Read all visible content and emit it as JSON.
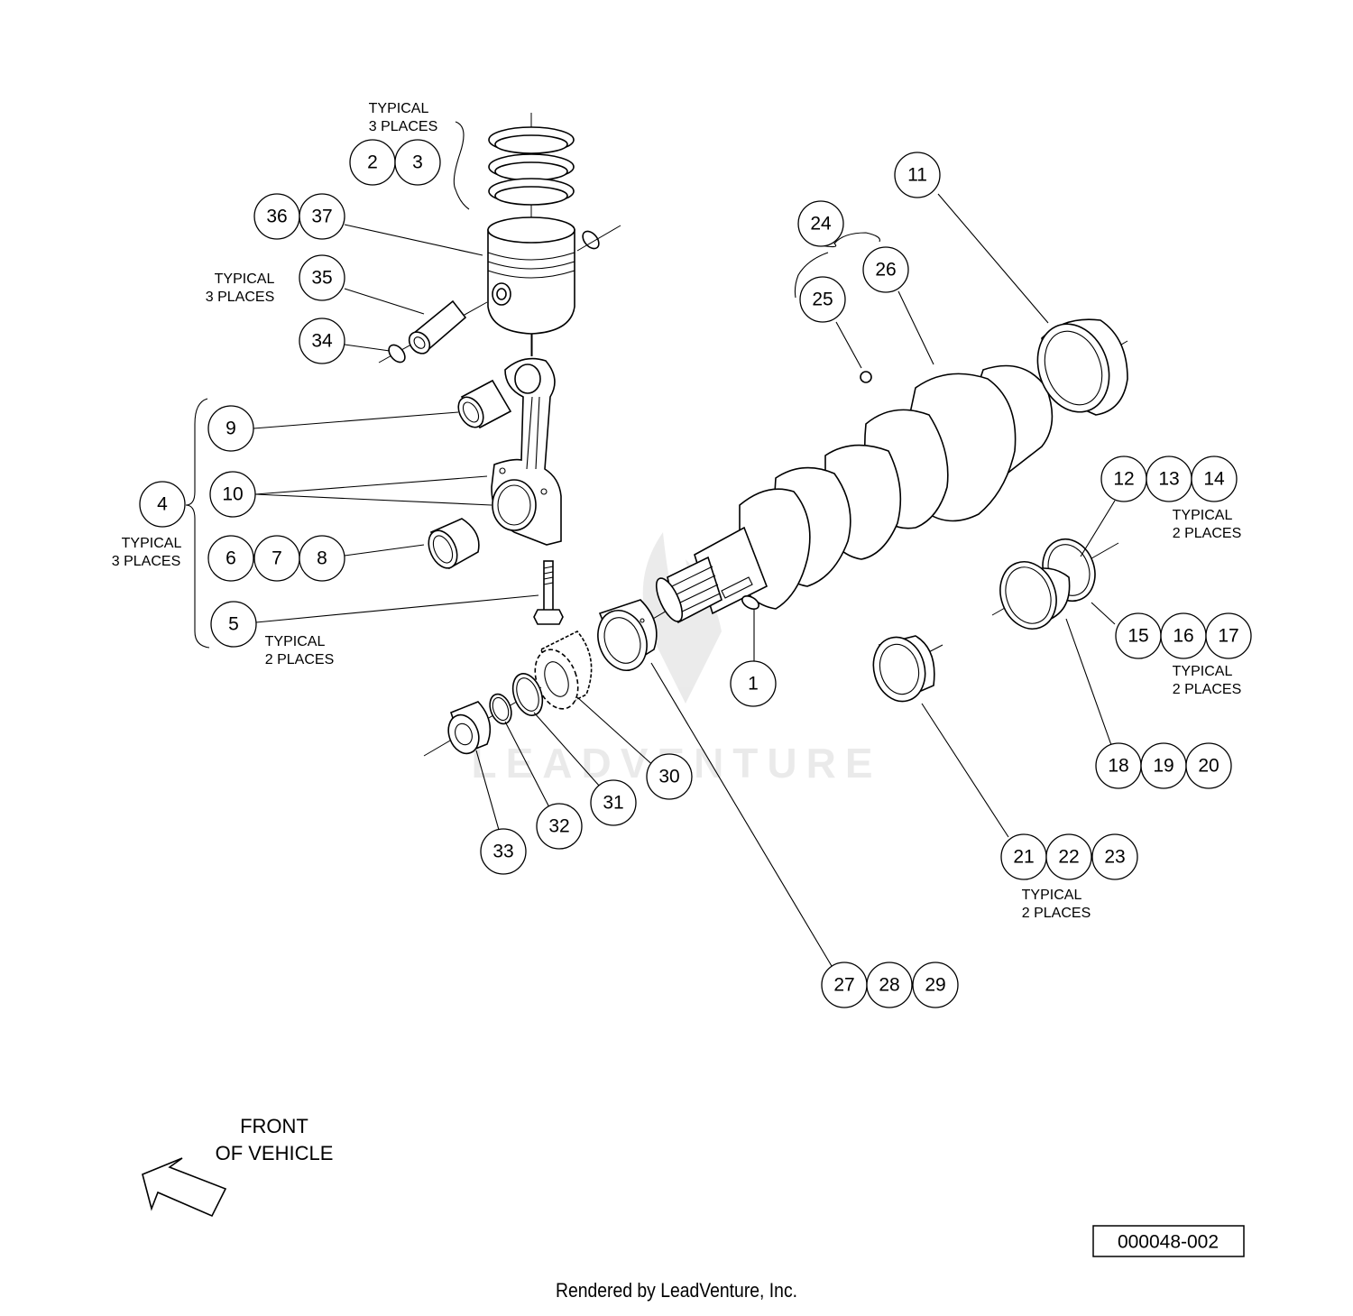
{
  "callouts": {
    "c1": "1",
    "c2": "2",
    "c3": "3",
    "c4": "4",
    "c5": "5",
    "c6": "6",
    "c7": "7",
    "c8": "8",
    "c9": "9",
    "c10": "10",
    "c11": "11",
    "c12": "12",
    "c13": "13",
    "c14": "14",
    "c15": "15",
    "c16": "16",
    "c17": "17",
    "c18": "18",
    "c19": "19",
    "c20": "20",
    "c21": "21",
    "c22": "22",
    "c23": "23",
    "c24": "24",
    "c25": "25",
    "c26": "26",
    "c27": "27",
    "c28": "28",
    "c29": "29",
    "c30": "30",
    "c31": "31",
    "c32": "32",
    "c33": "33",
    "c34": "34",
    "c35": "35",
    "c36": "36",
    "c37": "37"
  },
  "notes": {
    "typical": "TYPICAL",
    "three_places": "3 PLACES",
    "two_places": "2 PLACES"
  },
  "front_label": {
    "line1": "FRONT",
    "line2": "OF VEHICLE"
  },
  "drawing_number": "000048-002",
  "watermark": "LEADVENTURE",
  "footer": "Rendered by LeadVenture, Inc."
}
